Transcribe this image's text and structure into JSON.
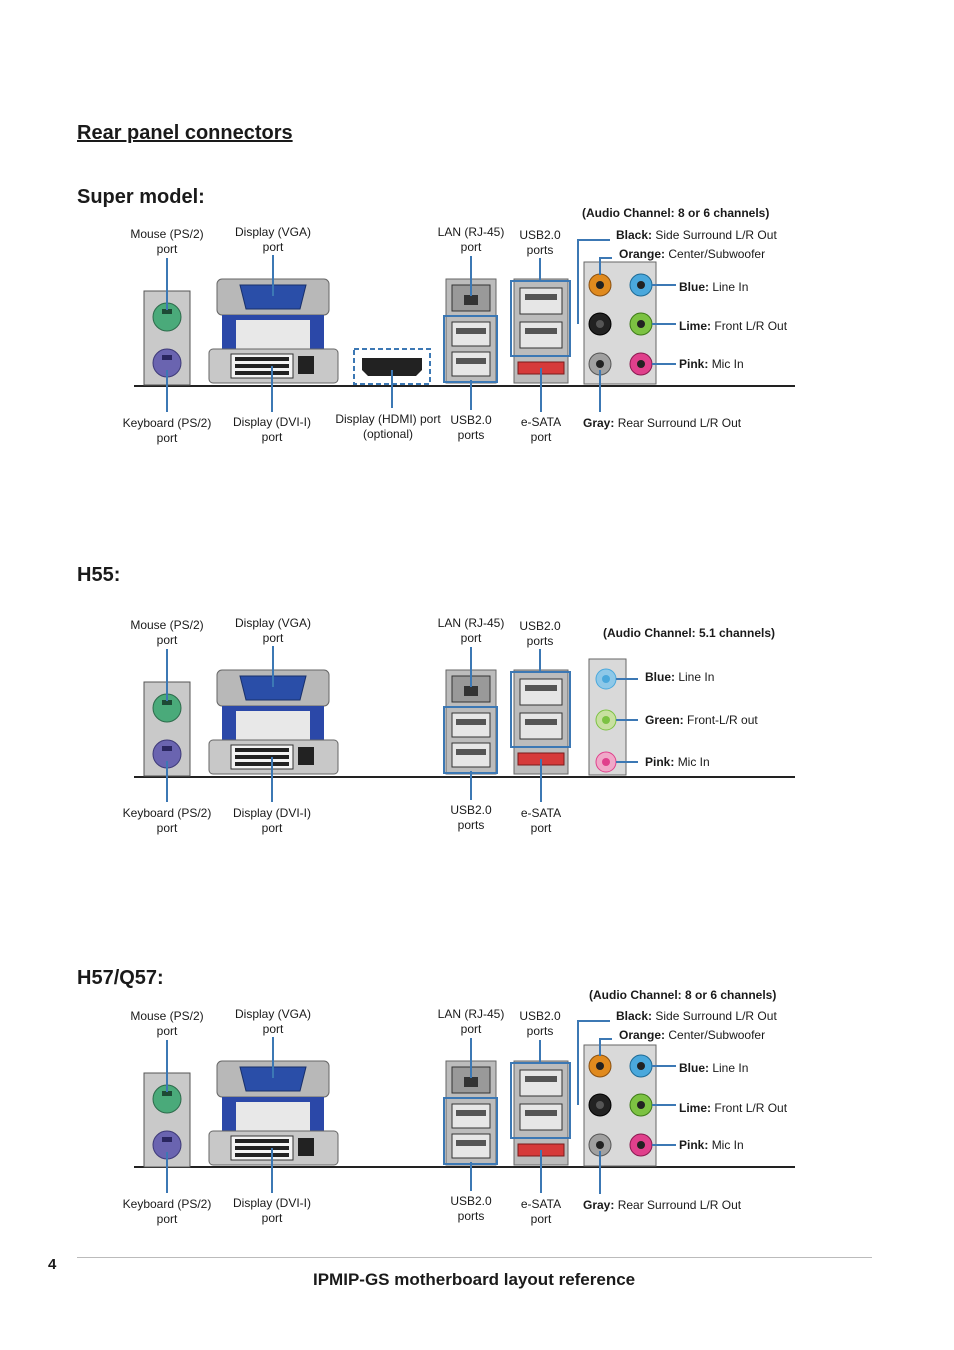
{
  "heading": "Rear panel connectors",
  "footer": {
    "page_number": "4",
    "title": "IPMIP-GS motherboard layout reference"
  },
  "colors": {
    "accent_line": "#3c78b4",
    "audio_orange": "#e08a1e",
    "audio_blue": "#4aa8dc",
    "audio_lime": "#7cc242",
    "audio_pink": "#e0408c",
    "audio_gray": "#a0a0a0",
    "audio_black": "#222222",
    "esata_red": "#d63a3a"
  },
  "panels": [
    {
      "title": "Super model:",
      "labels": {
        "mouse_1": "Mouse (PS/2)",
        "mouse_2": "port",
        "vga_1": "Display (VGA)",
        "vga_2": "port",
        "lan_1": "LAN (RJ-45)",
        "lan_2": "port",
        "usb_top_1": "USB2.0",
        "usb_top_2": "ports",
        "keyboard_1": "Keyboard (PS/2)",
        "keyboard_2": "port",
        "dvi_1": "Display (DVI-I)",
        "dvi_2": "port",
        "hdmi_1": "Display (HDMI) port",
        "hdmi_2": "(optional)",
        "usb_bot_1": "USB2.0",
        "usb_bot_2": "ports",
        "esata_1": "e-SATA",
        "esata_2": "port"
      },
      "audio": {
        "header": "(Audio Channel: 8 or 6 channels)",
        "black_key": "Black:",
        "black_val": "Side Surround L/R Out",
        "orange_key": "Orange:",
        "orange_val": "Center/Subwoofer",
        "blue_key": "Blue:",
        "blue_val": "Line In",
        "lime_key": "Lime:",
        "lime_val": "Front L/R Out",
        "pink_key": "Pink:",
        "pink_val": "Mic In",
        "gray_key": "Gray:",
        "gray_val": "Rear Surround L/R Out"
      }
    },
    {
      "title": "H55:",
      "labels": {
        "mouse_1": "Mouse (PS/2)",
        "mouse_2": "port",
        "vga_1": "Display (VGA)",
        "vga_2": "port",
        "lan_1": "LAN (RJ-45)",
        "lan_2": "port",
        "usb_top_1": "USB2.0",
        "usb_top_2": "ports",
        "keyboard_1": "Keyboard (PS/2)",
        "keyboard_2": "port",
        "dvi_1": "Display (DVI-I)",
        "dvi_2": "port",
        "usb_bot_1": "USB2.0",
        "usb_bot_2": "ports",
        "esata_1": "e-SATA",
        "esata_2": "port"
      },
      "audio": {
        "header": "(Audio Channel: 5.1 channels)",
        "blue_key": "Blue:",
        "blue_val": "Line In",
        "green_key": "Green:",
        "green_val": "Front-L/R out",
        "pink_key": "Pink:",
        "pink_val": "Mic In"
      }
    },
    {
      "title": "H57/Q57:",
      "labels": {
        "mouse_1": "Mouse (PS/2)",
        "mouse_2": "port",
        "vga_1": "Display (VGA)",
        "vga_2": "port",
        "lan_1": "LAN (RJ-45)",
        "lan_2": "port",
        "usb_top_1": "USB2.0",
        "usb_top_2": "ports",
        "keyboard_1": "Keyboard (PS/2)",
        "keyboard_2": "port",
        "dvi_1": "Display (DVI-I)",
        "dvi_2": "port",
        "usb_bot_1": "USB2.0",
        "usb_bot_2": "ports",
        "esata_1": "e-SATA",
        "esata_2": "port"
      },
      "audio": {
        "header": "(Audio Channel: 8 or 6 channels)",
        "black_key": "Black:",
        "black_val": "Side Surround L/R Out",
        "orange_key": "Orange:",
        "orange_val": "Center/Subwoofer",
        "blue_key": "Blue:",
        "blue_val": "Line In",
        "lime_key": "Lime:",
        "lime_val": "Front L/R Out",
        "pink_key": "Pink:",
        "pink_val": "Mic In",
        "gray_key": "Gray:",
        "gray_val": "Rear Surround L/R Out"
      }
    }
  ]
}
